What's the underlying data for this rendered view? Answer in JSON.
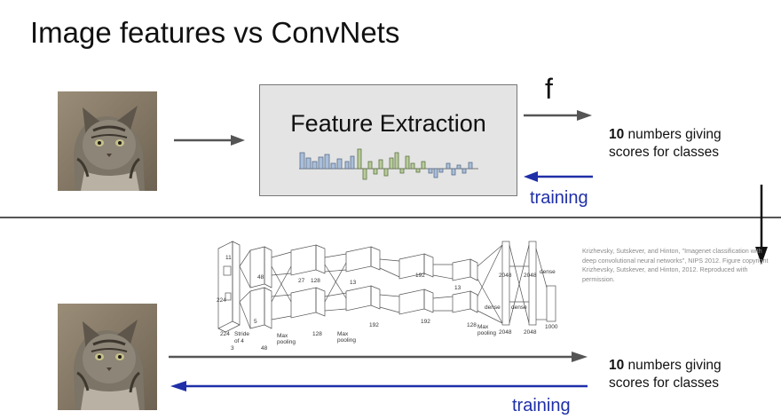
{
  "title": "Image features vs ConvNets",
  "top": {
    "box_label": "Feature Extraction",
    "f_label": "f",
    "output_bold": "10",
    "output_rest": " numbers giving",
    "output_line2": "scores for classes",
    "training_label": "training"
  },
  "bottom": {
    "output_bold": "10",
    "output_rest": " numbers giving",
    "output_line2": "scores for classes",
    "training_label": "training",
    "citation": "Krizhevsky, Sutskever, and Hinton, \"Imagenet classification with deep convolutional neural networks\", NIPS 2012. Figure copyright Krizhevsky, Sutskever, and Hinton, 2012. Reproduced with permission.",
    "net_labels": {
      "stride": "Stride",
      "of4": "of 4",
      "maxpool": "Max",
      "pooling": "pooling",
      "dense": "dense",
      "n224": "224",
      "n11": "11",
      "n5": "5",
      "n3": "3",
      "n3b": "3",
      "n27": "27",
      "n13": "13",
      "n48": "48",
      "n128": "128",
      "n192": "192",
      "n2048": "2048",
      "n1000": "1000"
    }
  },
  "colors": {
    "arrow": "#555555",
    "training_blue": "#1f2fa8",
    "box_fill": "#e4e4e4"
  }
}
